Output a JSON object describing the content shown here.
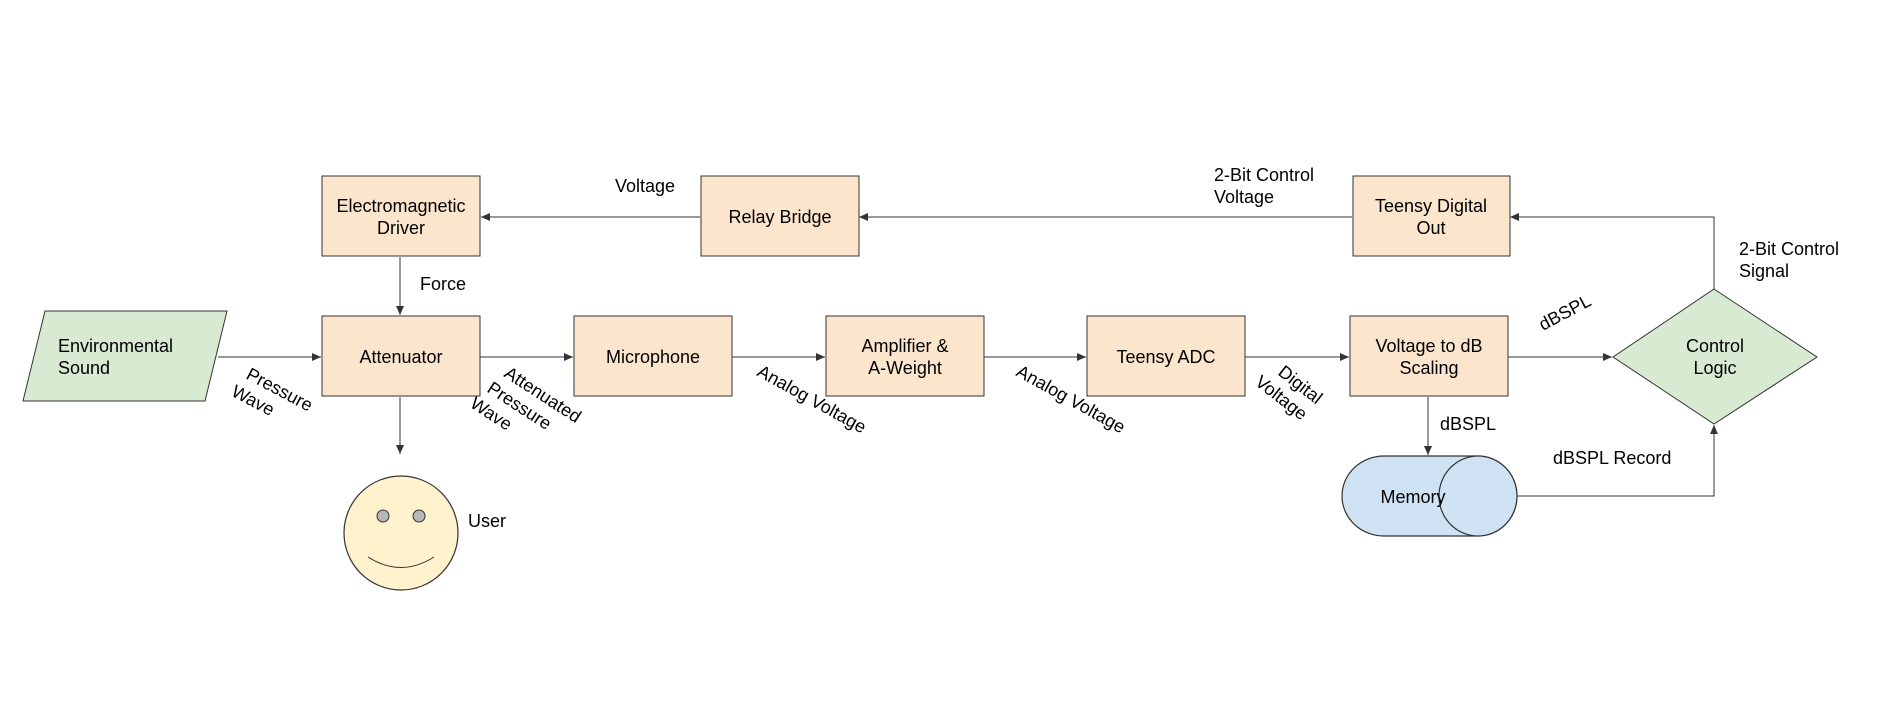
{
  "nodes": {
    "environmental_sound": [
      "Environmental",
      "Sound"
    ],
    "attenuator": [
      "Attenuator"
    ],
    "microphone": [
      "Microphone"
    ],
    "amplifier": [
      "Amplifier &",
      "A-Weight"
    ],
    "teensy_adc": [
      "Teensy ADC"
    ],
    "voltage_to_db": [
      "Voltage to dB",
      "Scaling"
    ],
    "control_logic": [
      "Control",
      "Logic"
    ],
    "electromagnetic_driver": [
      "Electromagnetic",
      "Driver"
    ],
    "relay_bridge": [
      "Relay Bridge"
    ],
    "teensy_digital_out": [
      "Teensy Digital",
      "Out"
    ],
    "memory": [
      "Memory"
    ],
    "user": [
      "User"
    ]
  },
  "edge_labels": {
    "pressure_wave": [
      "Pressure",
      "Wave"
    ],
    "attenuated_pressure_wave": [
      "Attenuated",
      "Pressure",
      "Wave"
    ],
    "analog_voltage_1": [
      "Analog Voltage"
    ],
    "analog_voltage_2": [
      "Analog Voltage"
    ],
    "digital_voltage": [
      "Digital",
      "Voltage"
    ],
    "dbspl_to_control": [
      "dBSPL"
    ],
    "dbspl_to_memory": [
      "dBSPL"
    ],
    "dbspl_record": [
      "dBSPL Record"
    ],
    "control_signal": [
      "2-Bit Control",
      "Signal"
    ],
    "control_voltage": [
      "2-Bit Control",
      "Voltage"
    ],
    "voltage": [
      "Voltage"
    ],
    "force": [
      "Force"
    ]
  },
  "colors": {
    "process": "#fce5cd",
    "terminal": "#d9ead3",
    "storage": "#cfe2f3",
    "user": "#fff2cc"
  }
}
